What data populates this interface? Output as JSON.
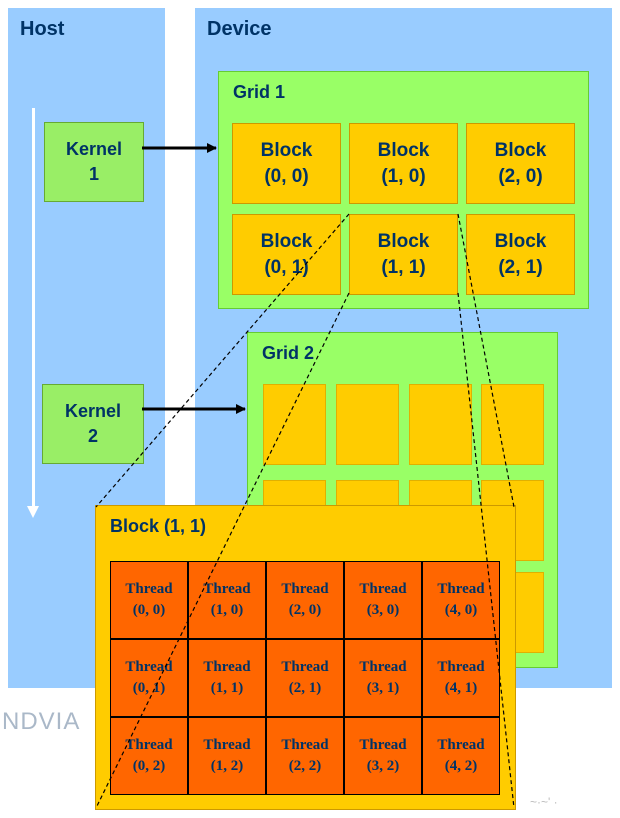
{
  "host": {
    "title": "Host"
  },
  "device": {
    "title": "Device"
  },
  "kernels": [
    {
      "line1": "Kernel",
      "line2": "1"
    },
    {
      "line1": "Kernel",
      "line2": "2"
    }
  ],
  "grid1": {
    "title": "Grid 1",
    "blocks": [
      {
        "line1": "Block",
        "line2": "(0, 0)"
      },
      {
        "line1": "Block",
        "line2": "(1, 0)"
      },
      {
        "line1": "Block",
        "line2": "(2, 0)"
      },
      {
        "line1": "Block",
        "line2": "(0, 1)"
      },
      {
        "line1": "Block",
        "line2": "(1, 1)"
      },
      {
        "line1": "Block",
        "line2": "(2, 1)"
      }
    ]
  },
  "grid2": {
    "title": "Grid 2"
  },
  "block_detail": {
    "title": "Block (1, 1)",
    "threads": [
      {
        "line1": "Thread",
        "line2": "(0, 0)"
      },
      {
        "line1": "Thread",
        "line2": "(1, 0)"
      },
      {
        "line1": "Thread",
        "line2": "(2, 0)"
      },
      {
        "line1": "Thread",
        "line2": "(3, 0)"
      },
      {
        "line1": "Thread",
        "line2": "(4, 0)"
      },
      {
        "line1": "Thread",
        "line2": "(0, 1)"
      },
      {
        "line1": "Thread",
        "line2": "(1, 1)"
      },
      {
        "line1": "Thread",
        "line2": "(2, 1)"
      },
      {
        "line1": "Thread",
        "line2": "(3, 1)"
      },
      {
        "line1": "Thread",
        "line2": "(4, 1)"
      },
      {
        "line1": "Thread",
        "line2": "(0, 2)"
      },
      {
        "line1": "Thread",
        "line2": "(1, 2)"
      },
      {
        "line1": "Thread",
        "line2": "(2, 2)"
      },
      {
        "line1": "Thread",
        "line2": "(3, 2)"
      },
      {
        "line1": "Thread",
        "line2": "(4, 2)"
      }
    ]
  },
  "watermark": "NDVIA"
}
